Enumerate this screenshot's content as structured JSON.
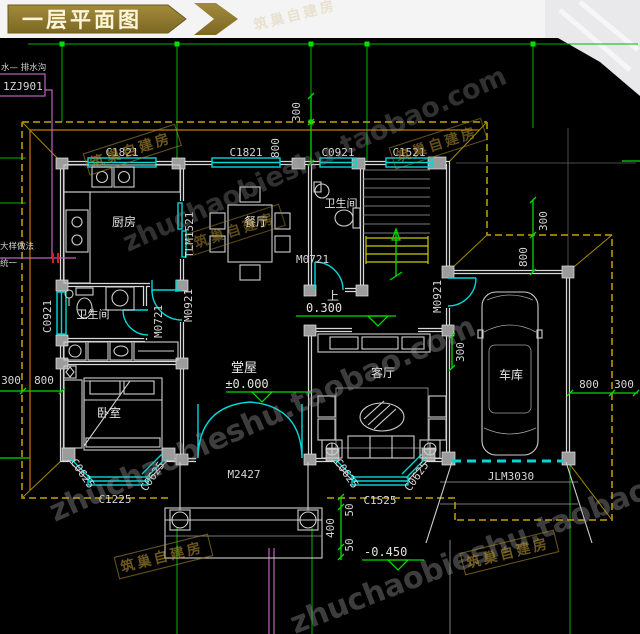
{
  "title": {
    "banner": "一层平面图"
  },
  "notes": {
    "drain": "水— 排水沟",
    "ref": "1ZJ901",
    "left1": "大样做法",
    "left2": "统一"
  },
  "rooms": {
    "kitchen": "厨房",
    "dining": "餐厅",
    "bath": "卫生间",
    "hall": "堂屋",
    "living": "客厅",
    "bedroom": "卧室",
    "garage": "车库",
    "up": "上"
  },
  "openings": {
    "c1821": "C1821",
    "c0921": "C0921",
    "c1521": "C1521",
    "c1225": "C1225",
    "c1525": "C1525",
    "c0625": "C0625",
    "jlm3030": "JLM3030",
    "tlm1521": "TLM1521",
    "m0721": "M0721",
    "m0921": "M0921",
    "m2427": "M2427"
  },
  "dimensions": {
    "d300": "300",
    "d800": "800",
    "d400": "400",
    "d50": "50"
  },
  "elevations": {
    "ground": "±0.000",
    "stair": "0.300",
    "porch": "-0.450"
  },
  "watermarks": {
    "site": "zhuchaobieshu.taobao.com",
    "stamp": "筑巢自建房"
  },
  "colors": {
    "background": "#000000",
    "banner": "#8e7a2e",
    "wall": "#d8d8d8",
    "window": "#00d8d8",
    "dimension": "#00b400",
    "roof": "#c8a200",
    "stair": "#cccc00",
    "leader": "#c060c0",
    "text": "#d6d6d6",
    "stamp": "#b4912f",
    "watermark": "#909090"
  }
}
